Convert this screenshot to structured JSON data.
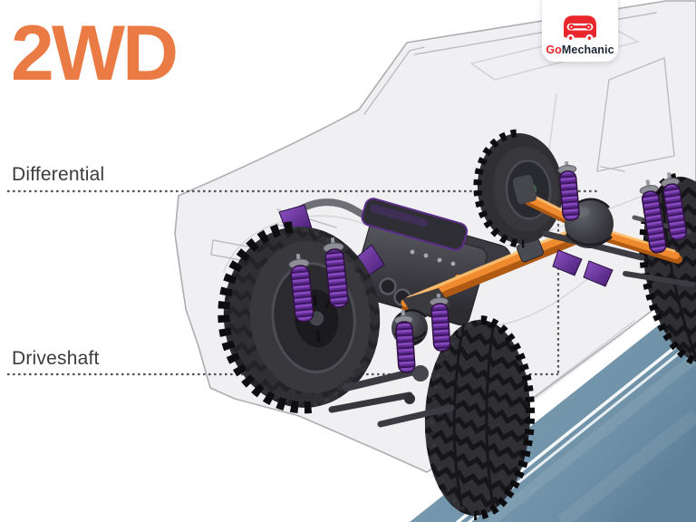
{
  "header": {
    "title": "2WD"
  },
  "logo": {
    "go": "Go",
    "mechanic": "Mechanic"
  },
  "annotations": {
    "differential": "Differential",
    "driveshaft": "Driveshaft"
  },
  "colors": {
    "title_orange": "#EB7B44",
    "logo_red": "#E8262C",
    "logo_text_dark": "#1B2733",
    "label_text": "#3C3C3E",
    "dotted_line": "#55555A",
    "driveshaft_orange": "#F08A2E",
    "driveshaft_highlight": "#FFC273",
    "spring_purple": "#6A30A0",
    "tire_dark": "#2F2F34",
    "metal_dark": "#3A3A3F",
    "road_blue": "#6B90A7",
    "lane_white": "#F4F8FA",
    "body_gray": "#EDEDF0",
    "body_outline": "#ADADB3"
  }
}
